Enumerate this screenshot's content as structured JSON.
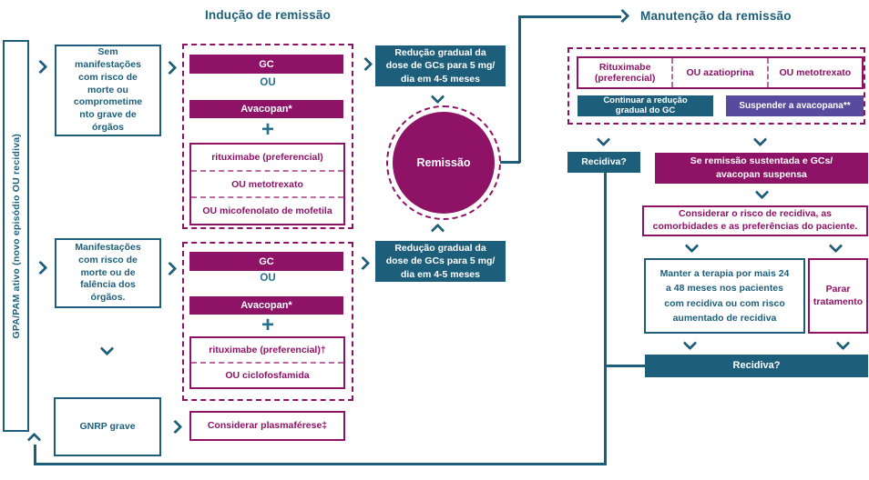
{
  "colors": {
    "teal": "#1d5f7b",
    "teal_light": "#27718f",
    "magenta": "#8e1367",
    "magenta_soft": "#bb6aa4",
    "purple": "#584a9e"
  },
  "titles": {
    "induction": "Indução de remissão",
    "maintenance": "Manutenção da remissão"
  },
  "left_rail": {
    "label": "GPA/PAM ativo (novo episódio OU recidiva)"
  },
  "induction": {
    "no_risk_box": "Sem\nmanifestações\ncom risco de\nmorte ou\ncomprometime\nnto grave de\nórgãos",
    "risk_box": "Manifestações\ncom risco de\nmorte ou de\nfalência dos\nórgãos.",
    "gnrp_box": "GNRP grave",
    "regimen1": {
      "gc": "GC",
      "or": "OU",
      "avacopan": "Avacopan*",
      "plus": "+",
      "options": [
        "rituximabe (preferencial)",
        "OU metotrexato",
        "OU micofenolato de mofetila"
      ]
    },
    "regimen2": {
      "gc": "GC",
      "or": "OU",
      "avacopan": "Avacopan*",
      "plus": "+",
      "options": [
        "rituximabe (preferencial)†",
        "OU ciclofosfamida"
      ]
    },
    "plasmapheresis": "Considerar plasmaférese‡",
    "taper1": "Redução gradual da\ndose de GCs para 5 mg/\ndia em 4-5 meses",
    "taper2": "Redução gradual da\ndose de GCs para 5 mg/\ndia em 4-5 meses",
    "remission": "Remissão"
  },
  "maintenance": {
    "options": [
      "Rituximabe\n(preferencial)",
      "OU azatioprina",
      "OU metotrexato"
    ],
    "continue_gc": "Continuar a redução\ngradual do GC",
    "stop_avacopan": "Suspender a avacopana**",
    "relapse_question": "Recidiva?",
    "sustained": "Se remissão sustentada e GCs/\navacopan suspensa",
    "consider": "Considerar o risco de recidiva, as\ncomorbidades e as preferências do paciente.",
    "maintain": "Manter a terapia por mais 24\na 48 meses nos pacientes\ncom recidiva ou com risco\naumentado de recidiva",
    "stop_treatment": "Parar\ntratamento",
    "relapse_bar": "Recidiva?"
  }
}
